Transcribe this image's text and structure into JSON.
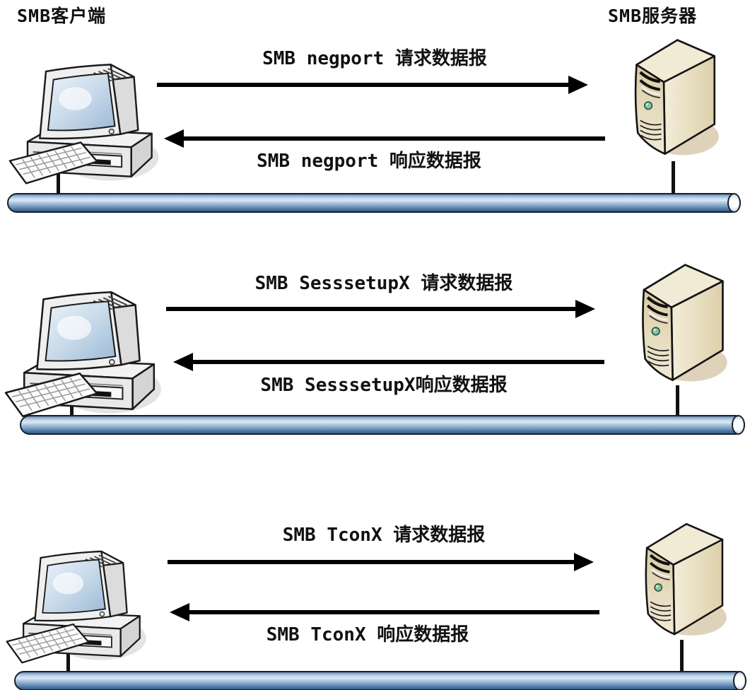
{
  "diagram": {
    "title_implicit": "SMB session establishment exchanges",
    "client_label": "SMB客户端",
    "server_label": "SMB服务器",
    "exchanges": [
      {
        "request": "SMB negport 请求数据报",
        "response": "SMB negport 响应数据报"
      },
      {
        "request": "SMB SesssetupX 请求数据报",
        "response": "SMB SesssetupX响应数据报"
      },
      {
        "request": "SMB TconX 请求数据报",
        "response": "SMB TconX 响应数据报"
      }
    ],
    "icons": {
      "client": "desktop-computer-icon",
      "server": "tower-server-icon",
      "bus": "network-bus-pipe"
    },
    "colors": {
      "arrow": "#000000",
      "text": "#111111",
      "bus_light": "#dde9f4",
      "bus_mid": "#7299c0",
      "bus_dark": "#3c5f8a",
      "bus_outline": "#16202e",
      "server_body": "#e9dfc2",
      "server_led": "#7dc9a2",
      "computer_body": "#efefef",
      "screen_blue": "#a6c2dc"
    }
  }
}
